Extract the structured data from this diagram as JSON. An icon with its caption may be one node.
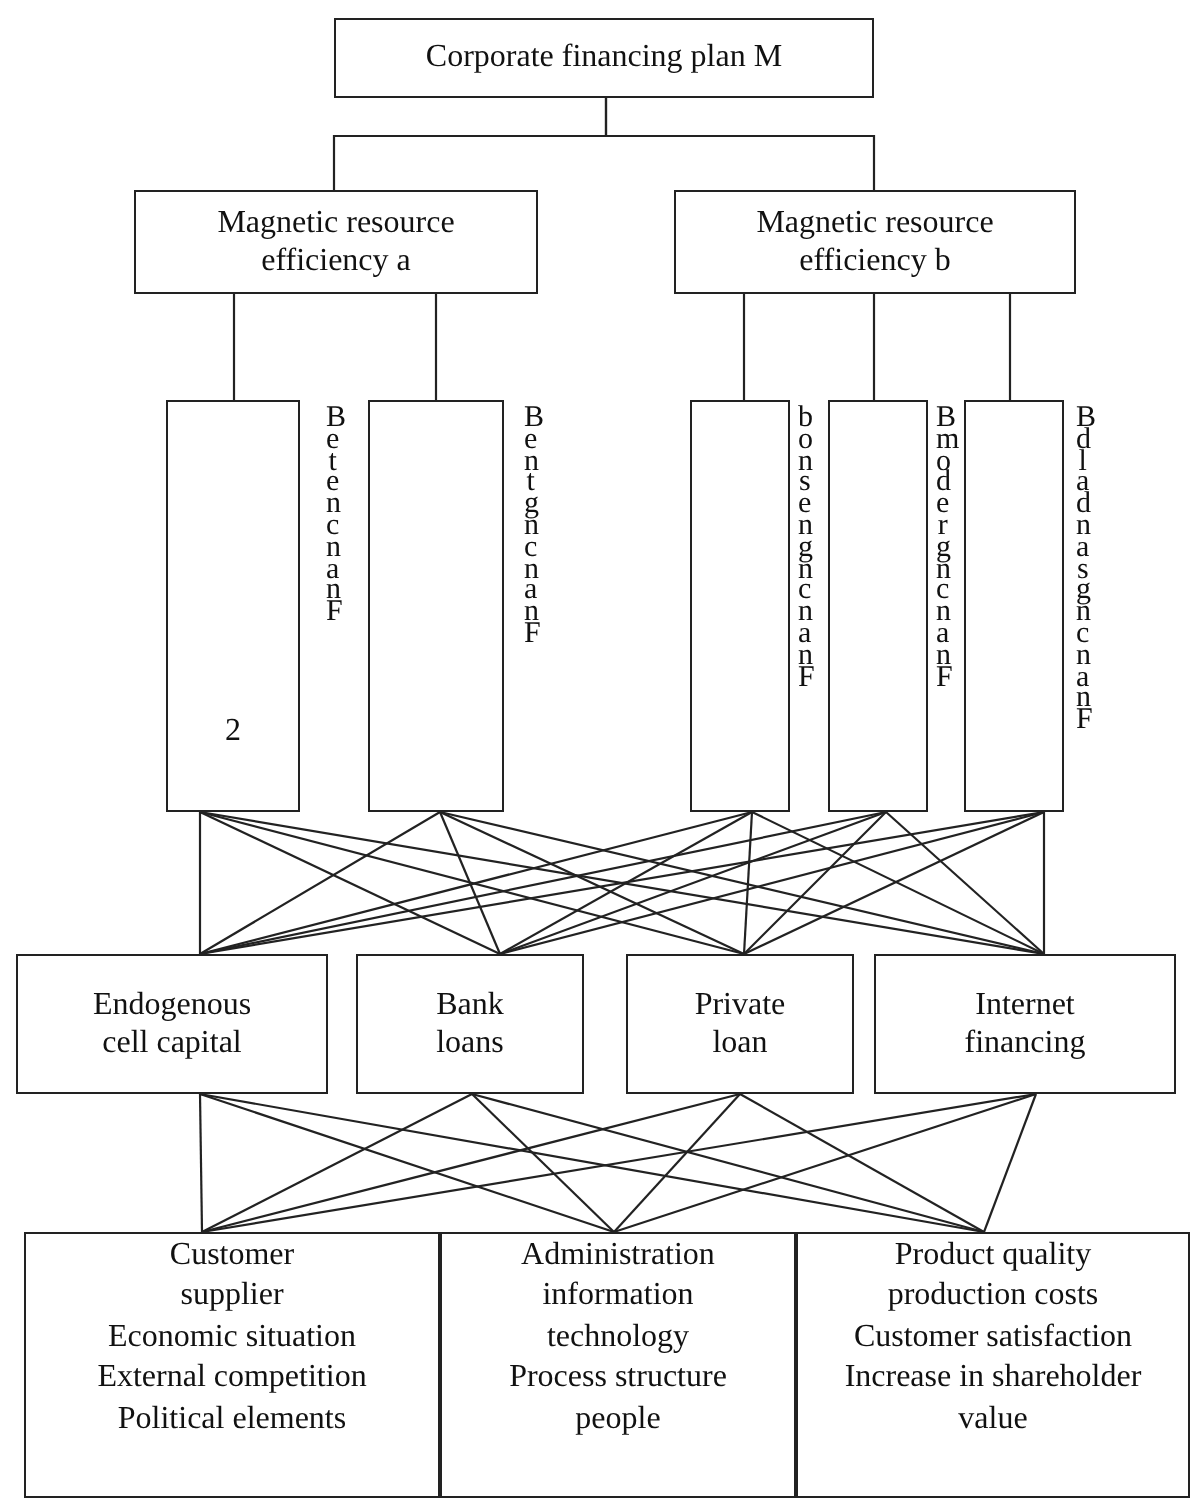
{
  "diagram": {
    "nodes": [
      {
        "text": [
          "Corporate financing plan M"
        ]
      },
      {
        "text": [
          "Magnetic resource efficiency a"
        ]
      },
      {
        "text": [
          "Magnetic resource efficiency b"
        ]
      },
      {
        "text": [
          "2"
        ]
      },
      {
        "text": [],
        "shape": "box"
      },
      {
        "text": [],
        "shape": "box"
      },
      {
        "text": [],
        "shape": "box"
      },
      {
        "text": [],
        "shape": "box"
      },
      {
        "text": [
          "Endogenous cell capital"
        ]
      },
      {
        "text": [
          "Bank loans"
        ]
      },
      {
        "text": [
          "Private loan"
        ]
      },
      {
        "text": [
          "Internet financing"
        ]
      },
      {
        "text": [
          "Customer",
          "supplier",
          "Economic situation",
          "External competition",
          "Political elements"
        ]
      },
      {
        "text": [
          "Administration",
          "information",
          "technology",
          "Process structure",
          "people"
        ]
      },
      {
        "text": [
          "Product quality",
          "production costs",
          "Customer satisfaction",
          "Increase in shareholder value"
        ]
      }
    ],
    "edges": [
      {
        "from": 0,
        "to": 1,
        "arrow": "none"
      },
      {
        "from": 0,
        "to": 2,
        "arrow": "none"
      },
      {
        "from": 1,
        "to": 3,
        "arrow": "none"
      },
      {
        "from": 1,
        "to": 4,
        "arrow": "none"
      },
      {
        "from": 2,
        "to": 5,
        "arrow": "none"
      },
      {
        "from": 2,
        "to": 6,
        "arrow": "none"
      },
      {
        "from": 2,
        "to": 7,
        "arrow": "none"
      },
      {
        "from": 3,
        "to": 8,
        "arrow": "none"
      },
      {
        "from": 3,
        "to": 9,
        "arrow": "none"
      },
      {
        "from": 3,
        "to": 10,
        "arrow": "none"
      },
      {
        "from": 3,
        "to": 11,
        "arrow": "none"
      },
      {
        "from": 4,
        "to": 8,
        "arrow": "none"
      },
      {
        "from": 4,
        "to": 9,
        "arrow": "none"
      },
      {
        "from": 4,
        "to": 10,
        "arrow": "none"
      },
      {
        "from": 4,
        "to": 11,
        "arrow": "none"
      },
      {
        "from": 5,
        "to": 8,
        "arrow": "none"
      },
      {
        "from": 5,
        "to": 9,
        "arrow": "none"
      },
      {
        "from": 5,
        "to": 10,
        "arrow": "none"
      },
      {
        "from": 5,
        "to": 11,
        "arrow": "none"
      },
      {
        "from": 6,
        "to": 8,
        "arrow": "none"
      },
      {
        "from": 6,
        "to": 9,
        "arrow": "none"
      },
      {
        "from": 6,
        "to": 10,
        "arrow": "none"
      },
      {
        "from": 6,
        "to": 11,
        "arrow": "none"
      },
      {
        "from": 7,
        "to": 8,
        "arrow": "none"
      },
      {
        "from": 7,
        "to": 9,
        "arrow": "none"
      },
      {
        "from": 7,
        "to": 10,
        "arrow": "none"
      },
      {
        "from": 7,
        "to": 11,
        "arrow": "none"
      },
      {
        "from": 8,
        "to": 12,
        "arrow": "none"
      },
      {
        "from": 8,
        "to": 13,
        "arrow": "none"
      },
      {
        "from": 8,
        "to": 14,
        "arrow": "none"
      },
      {
        "from": 9,
        "to": 12,
        "arrow": "none"
      },
      {
        "from": 9,
        "to": 13,
        "arrow": "none"
      },
      {
        "from": 9,
        "to": 14,
        "arrow": "none"
      },
      {
        "from": 10,
        "to": 12,
        "arrow": "none"
      },
      {
        "from": 10,
        "to": 13,
        "arrow": "none"
      },
      {
        "from": 10,
        "to": 14,
        "arrow": "none"
      },
      {
        "from": 11,
        "to": 12,
        "arrow": "none"
      },
      {
        "from": 11,
        "to": 13,
        "arrow": "none"
      },
      {
        "from": 11,
        "to": 14,
        "arrow": "none"
      }
    ],
    "labels": [
      "BetencnanF",
      "BentgncnanF",
      "bonsengncnanF",
      "BmodergncnanF",
      "BdladnasgncnanF"
    ]
  }
}
